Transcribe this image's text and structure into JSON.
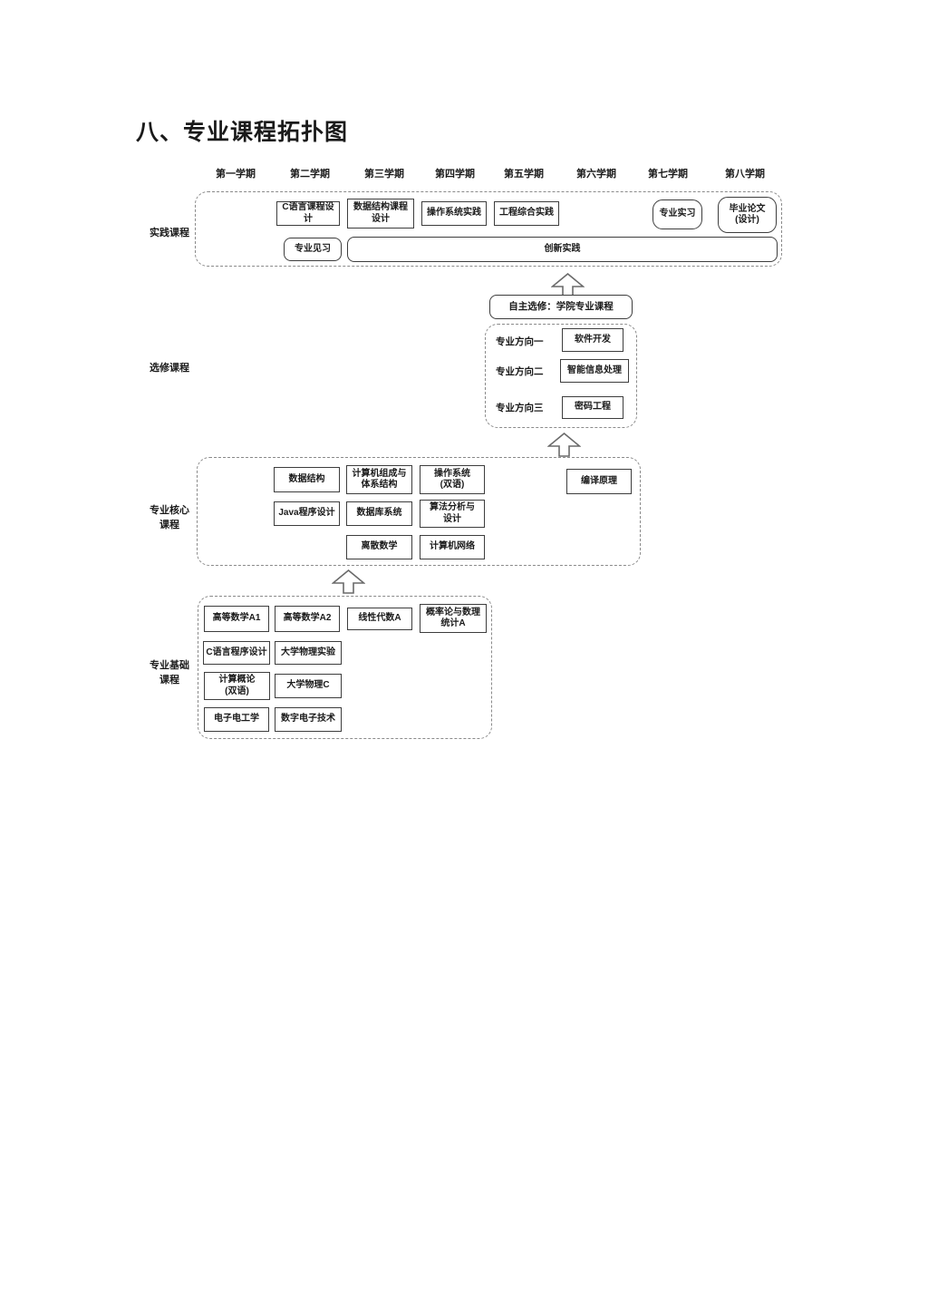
{
  "title": "八、专业课程拓扑图",
  "semester_headers": [
    "第一学期",
    "第二学期",
    "第三学期",
    "第四学期",
    "第五学期",
    "第六学期",
    "第七学期",
    "第八学期"
  ],
  "practice": {
    "label": "实践课程",
    "c_design": "C语言课程设计",
    "ds_design": "数据结构课程\n设计",
    "os_practice": "操作系统实践",
    "eng_practice": "工程综合实践",
    "internship": "专业实习",
    "thesis": "毕业论文\n(设计)",
    "trainee": "专业见习",
    "innovation": "创新实践"
  },
  "elective": {
    "label": "选修课程",
    "self_select": "自主选修：学院专业课程",
    "dir1_label": "专业方向一",
    "dir1_course": "软件开发",
    "dir2_label": "专业方向二",
    "dir2_course": "智能信息处理",
    "dir3_label": "专业方向三",
    "dir3_course": "密码工程"
  },
  "core": {
    "label": "专业核心\n课程",
    "data_structure": "数据结构",
    "comp_org": "计算机组成与\n体系结构",
    "os": "操作系统\n(双语)",
    "compiler": "编译原理",
    "java": "Java程序设计",
    "database": "数据库系统",
    "algorithm": "算法分析与\n设计",
    "discrete": "离散数学",
    "network": "计算机网络"
  },
  "foundation": {
    "label": "专业基础\n课程",
    "math_a1": "高等数学A1",
    "math_a2": "高等数学A2",
    "linear": "线性代数A",
    "prob": "概率论与数理\n统计A",
    "c_lang": "C语言程序设计",
    "physics_exp": "大学物理实验",
    "intro": "计算概论\n(双语)",
    "physics_c": "大学物理C",
    "electronics": "电子电工学",
    "digital": "数字电子技术"
  },
  "colors": {
    "text": "#1a1a1a",
    "box_border": "#3d3d3d",
    "dashed_border": "#8a8a8a",
    "background": "#ffffff"
  }
}
